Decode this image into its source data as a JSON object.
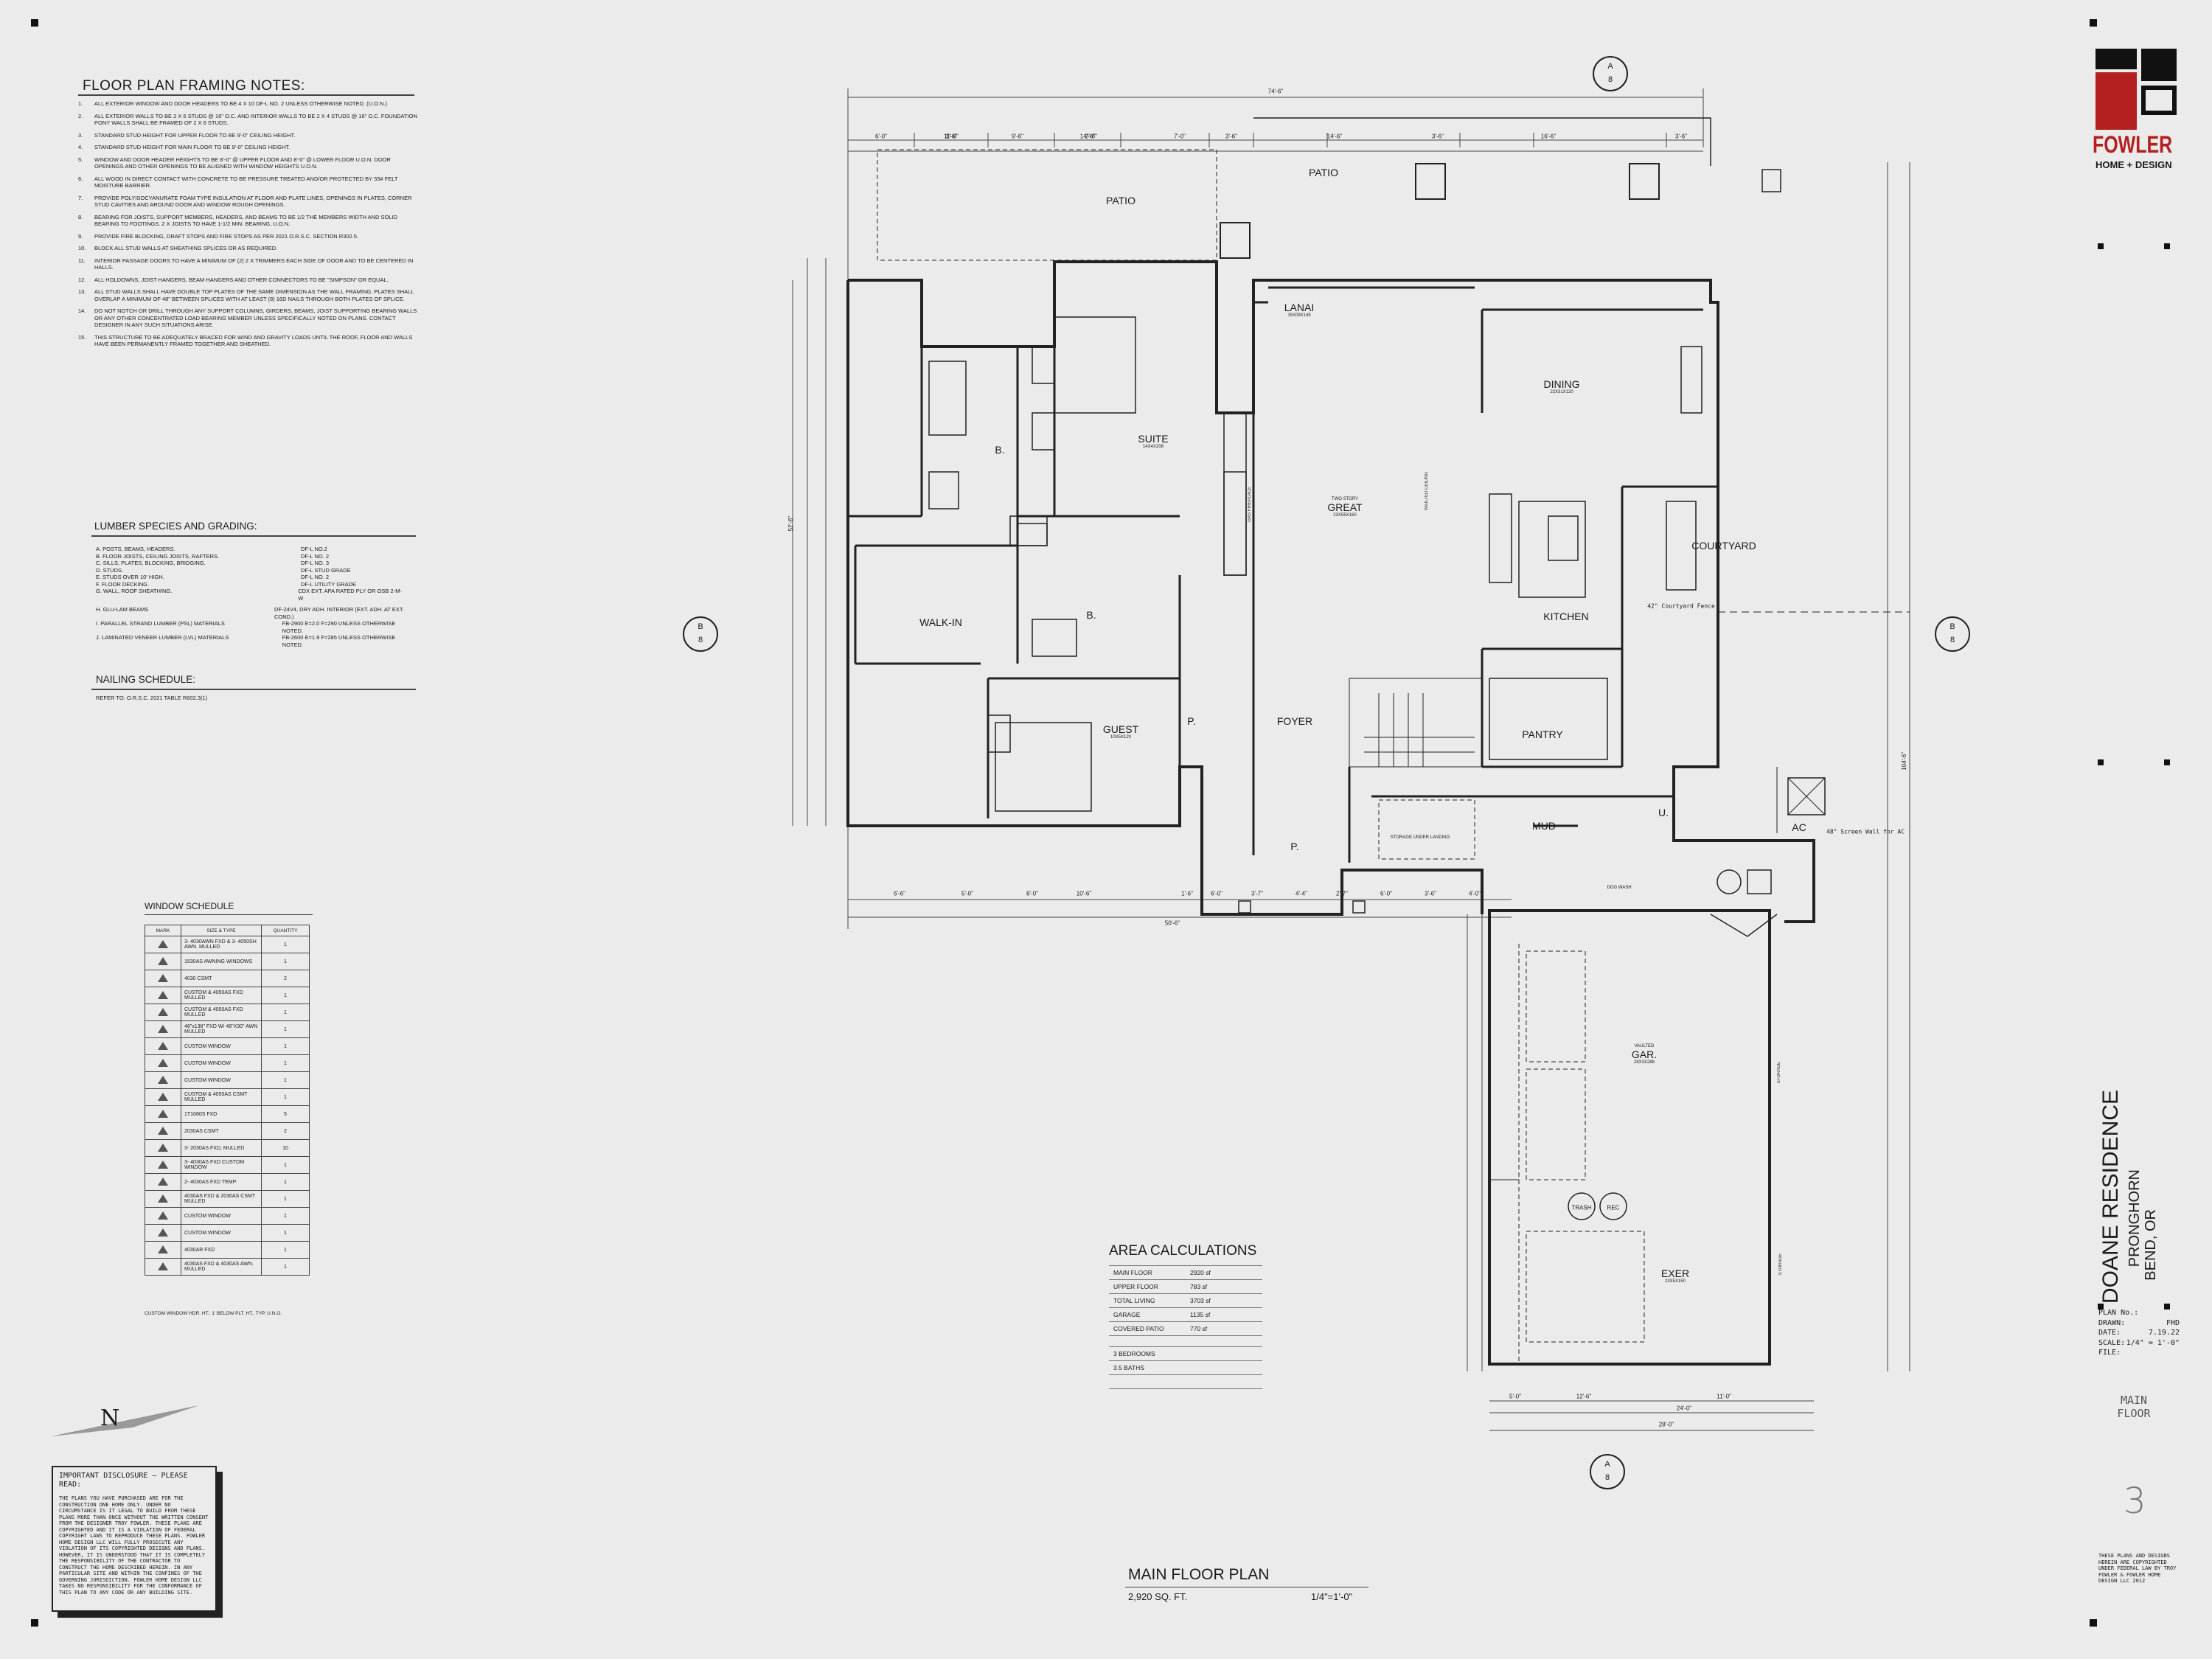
{
  "notes": {
    "title": "FLOOR PLAN FRAMING NOTES:",
    "items": [
      {
        "num": "1.",
        "text": "ALL EXTERIOR WINDOW AND DOOR HEADERS TO BE 4 X 10 DF-L NO. 2 UNLESS OTHERWISE NOTED. (U.O.N.)"
      },
      {
        "num": "2.",
        "text": "ALL EXTERIOR WALLS TO BE 2 X 6 STUDS @ 16\" O.C. AND INTERIOR WALLS TO BE 2 X 4 STUDS @ 16\" O.C. FOUNDATION PONY WALLS SHALL BE FRAMED OF 2 X 6 STUDS."
      },
      {
        "num": "3.",
        "text": "STANDARD STUD HEIGHT FOR UPPER FLOOR TO BE 9'-0\" CEILING HEIGHT."
      },
      {
        "num": "4.",
        "text": "STANDARD STUD HEIGHT FOR MAIN FLOOR TO BE 9'-0\" CEILING HEIGHT."
      },
      {
        "num": "5.",
        "text": "WINDOW AND DOOR HEADER HEIGHTS TO BE 8'-0\" @ UPPER FLOOR AND 8'-0\" @ LOWER FLOOR U.O.N. DOOR OPENINGS AND OTHER OPENINGS TO BE ALIGNED WITH WINDOW HEIGHTS U.O.N."
      },
      {
        "num": "6.",
        "text": "ALL WOOD IN DIRECT CONTACT WITH CONCRETE TO BE PRESSURE TREATED AND/OR PROTECTED BY 55# FELT MOISTURE BARRIER."
      },
      {
        "num": "7.",
        "text": "PROVIDE POLYISOCYANURATE FOAM TYPE INSULATION AT FLOOR AND PLATE LINES, OPENINGS IN PLATES, CORNER STUD CAVITIES AND AROUND DOOR AND WINDOW ROUGH OPENINGS."
      },
      {
        "num": "8.",
        "text": "BEARING FOR JOISTS, SUPPORT MEMBERS, HEADERS, AND BEAMS TO BE 1/2 THE MEMBERS WIDTH AND SOLID BEARING TO FOOTINGS. 2 X JOISTS TO HAVE 1-1/2 MIN. BEARING, U.O.N."
      },
      {
        "num": "9.",
        "text": "PROVIDE FIRE BLOCKING, DRAFT STOPS AND FIRE STOPS AS PER 2021 O.R.S.C. SECTION R302.5."
      },
      {
        "num": "10.",
        "text": "BLOCK ALL STUD WALLS AT SHEATHING SPLICES OR AS REQUIRED."
      },
      {
        "num": "11.",
        "text": "INTERIOR PASSAGE DOORS TO HAVE A MINIMUM OF (2) 2 X TRIMMERS EACH SIDE OF DOOR AND TO BE CENTERED IN HALLS."
      },
      {
        "num": "12.",
        "text": "ALL HOLDOWNS, JOIST HANGERS, BEAM HANGERS AND OTHER CONNECTORS TO BE \"SIMPSON\" OR EQUAL."
      },
      {
        "num": "13.",
        "text": "ALL STUD WALLS SHALL HAVE DOUBLE TOP PLATES OF THE SAME DIMENSION AS THE WALL FRAMING. PLATES SHALL OVERLAP A MINIMUM OF 48\" BETWEEN SPLICES WITH AT LEAST (8) 16D NAILS THROUGH BOTH PLATES OF SPLICE."
      },
      {
        "num": "14.",
        "text": "DO NOT NOTCH OR DRILL THROUGH ANY SUPPORT COLUMNS, GIRDERS, BEAMS, JOIST SUPPORTING BEARING WALLS OR ANY OTHER CONCENTRATED LOAD BEARING MEMBER UNLESS SPECIFICALLY NOTED ON PLANS. CONTACT DESIGNER IN ANY SUCH SITUATIONS ARISE."
      },
      {
        "num": "15.",
        "text": "THIS STRUCTURE TO BE ADEQUATELY BRACED FOR WIND AND GRAVITY LOADS UNTIL THE ROOF, FLOOR AND WALLS HAVE BEEN PERMANENTLY FRAMED TOGETHER AND SHEATHED."
      }
    ]
  },
  "lumber": {
    "title": "LUMBER SPECIES AND GRADING:",
    "rows": [
      {
        "item": "A. POSTS, BEAMS, HEADERS.",
        "grade": "DF-L NO.2"
      },
      {
        "item": "B. FLOOR JOISTS, CEILING JOISTS, RAFTERS.",
        "grade": "DF-L NO. 2"
      },
      {
        "item": "C. SILLS, PLATES, BLOCKING, BRIDGING.",
        "grade": "DF-L NO. 3"
      },
      {
        "item": "D. STUDS.",
        "grade": "DF-L STUD GRADE"
      },
      {
        "item": "E. STUDS OVER 10' HIGH.",
        "grade": "DF-L NO. 2"
      },
      {
        "item": "F. FLOOR DECKING.",
        "grade": "DF-L UTILITY GRADE"
      },
      {
        "item": "G. WALL, ROOF SHEATHING.",
        "grade": "CDX EXT. APA RATED PLY OR OSB 2-M-W"
      },
      {
        "item": "H. GLU-LAM BEAMS",
        "grade": "DF-24V4, DRY ADH. INTERIOR (EXT. ADH. AT EXT. COND.)"
      },
      {
        "item": "I. PARALLEL STRAND LUMBER (PSL) MATERIALS",
        "grade": "FB-2900 E=2.0 F=290 UNLESS OTHERWISE NOTED."
      },
      {
        "item": "J. LAMINATED VENEER LUMBER (LVL) MATERIALS",
        "grade": "FB-2600 E=1.9 F=285 UNLESS OTHERWISE NOTED."
      }
    ]
  },
  "nailing": {
    "title": "NAILING SCHEDULE:",
    "text": "REFER TO: O.R.S.C. 2021 TABLE R602.3(1)"
  },
  "window_schedule": {
    "title": "WINDOW SCHEDULE",
    "headers": [
      "MARK",
      "SIZE & TYPE",
      "QUANTITY"
    ],
    "rows": [
      {
        "size": "3- 4030AWN FXD & 3- 4050SH AWN. MULLED",
        "qty": "1"
      },
      {
        "size": "1530AS AWNING WINDOWS",
        "qty": "1"
      },
      {
        "size": "4030 CSMT",
        "qty": "2"
      },
      {
        "size": "CUSTOM & 4050AS FXD MULLED",
        "qty": "1"
      },
      {
        "size": "CUSTOM & 4050AS FXD MULLED",
        "qty": "1"
      },
      {
        "size": "48\"x138\" FXD W/ 48\"X30\" AWN MULLED",
        "qty": "1"
      },
      {
        "size": "CUSTOM WINDOW",
        "qty": "1"
      },
      {
        "size": "CUSTOM WINDOW",
        "qty": "1"
      },
      {
        "size": "CUSTOM WINDOW",
        "qty": "1"
      },
      {
        "size": "CUSTOM & 4050AS CSMT MULLED",
        "qty": "1"
      },
      {
        "size": "1T1080S FXD",
        "qty": "5"
      },
      {
        "size": "2030AS CSMT",
        "qty": "2"
      },
      {
        "size": "3- 2030AS FXD, MULLED",
        "qty": "10"
      },
      {
        "size": "3- 4030AS FXD CUSTOM WINDOW",
        "qty": "1"
      },
      {
        "size": "2- 4030AS FXD TEMP.",
        "qty": "1"
      },
      {
        "size": "4030AS FXD & 2030AS CSMT MULLED",
        "qty": "1"
      },
      {
        "size": "CUSTOM WINDOW",
        "qty": "1"
      },
      {
        "size": "CUSTOM WINDOW",
        "qty": "1"
      },
      {
        "size": "4030AR FXD",
        "qty": "1"
      },
      {
        "size": "4030AS FXD & 4030AS AWN. MULLED",
        "qty": "1"
      }
    ],
    "footnote": "CUSTOM WINDOW HDR. HT.: 1' BELOW PLT. HT., TYP. U.N.O."
  },
  "area_calculations": {
    "title": "AREA CALCULATIONS",
    "rows": [
      {
        "label": "MAIN FLOOR",
        "value": "2920 sf"
      },
      {
        "label": "UPPER FLOOR",
        "value": "783 sf"
      },
      {
        "label": "TOTAL LIVING",
        "value": "3703 sf"
      },
      {
        "label": "GARAGE",
        "value": "1135 sf"
      },
      {
        "label": "COVERED PATIO",
        "value": "770 sf"
      }
    ],
    "bedrooms": "3 BEDROOMS",
    "baths": "3.5 BATHS"
  },
  "disclosure": {
    "title": "IMPORTANT DISCLOSURE — PLEASE READ:",
    "body": "THE PLANS YOU HAVE PURCHASED ARE FOR THE CONSTRUCTION ONE HOME ONLY. UNDER NO CIRCUMSTANCE IS IT LEGAL TO BUILD FROM THESE PLANS MORE THAN ONCE WITHOUT THE WRITTEN CONSENT FROM THE DESIGNER TROY FOWLER. THESE PLANS ARE COPYRIGHTED AND IT IS A VIOLATION OF FEDERAL COPYRIGHT LAWS TO REPRODUCE THESE PLANS. FOWLER HOME DESIGN LLC WILL FULLY PROSECUTE ANY VIOLATION OF ITS COPYRIGHTED DESIGNS AND PLANS. HOWEVER, IT IS UNDERSTOOD THAT IT IS COMPLETELY THE RESPONSIBILITY OF THE CONTRACTOR TO CONSTRUCT THE HOME DESCRIBED HEREIN. IN ANY PARTICULAR SITE AND WITHIN THE CONFINES OF THE GOVERNING JURISDICTION. FOWLER HOME DESIGN LLC TAKES NO RESPONSIBILITY FOR THE CONFORMANCE OF THIS PLAN TO ANY CODE OR ANY BUILDING SITE."
  },
  "plan_title": {
    "name": "MAIN FLOOR PLAN",
    "area": "2,920 SQ. FT.",
    "scale": "1/4\"=1'-0\""
  },
  "logo": {
    "line1": "FOWLER",
    "line2": "HOME + DESIGN",
    "red": "#b3201f"
  },
  "project": {
    "name": "DOANE RESIDENCE",
    "line2": "PRONGHORN",
    "line3": "BEND, OR"
  },
  "title_block": {
    "rows": [
      {
        "label": "PLAN No.:",
        "value": ""
      },
      {
        "label": "DRAWN:",
        "value": "FHD"
      },
      {
        "label": "DATE:",
        "value": "7.19.22"
      },
      {
        "label": "SCALE:",
        "value": "1/4\" = 1'-0\""
      },
      {
        "label": "FILE:",
        "value": ""
      }
    ],
    "sheet_name_1": "MAIN",
    "sheet_name_2": "FLOOR",
    "sheet_number": "3",
    "copyright": "THESE PLANS AND DESIGNS HEREIN ARE COPYRIGHTED UNDER FEDERAL LAW BY TROY FOWLER & FOWLER HOME DESIGN LLC 2012"
  },
  "rooms": [
    {
      "key": "patio1",
      "label": "PATIO",
      "sub": ""
    },
    {
      "key": "patio2",
      "label": "PATIO",
      "sub": ""
    },
    {
      "key": "lanai",
      "label": "LANAI",
      "sub": "15X09X145"
    },
    {
      "key": "dining",
      "label": "DINING",
      "sub": "22X31X120"
    },
    {
      "key": "suite",
      "label": "SUITE",
      "sub": "14X4X208"
    },
    {
      "key": "great",
      "label": "GREAT",
      "sub": "23X55X160"
    },
    {
      "key": "kitchen",
      "label": "KITCHEN",
      "sub": ""
    },
    {
      "key": "courtyard",
      "label": "COURTYARD",
      "sub": ""
    },
    {
      "key": "walkin",
      "label": "WALK-IN",
      "sub": ""
    },
    {
      "key": "bath1",
      "label": "B.",
      "sub": ""
    },
    {
      "key": "bath2",
      "label": "B.",
      "sub": ""
    },
    {
      "key": "guest",
      "label": "GUEST",
      "sub": "10X5X120"
    },
    {
      "key": "foyer",
      "label": "FOYER",
      "sub": ""
    },
    {
      "key": "pantry",
      "label": "PANTRY",
      "sub": ""
    },
    {
      "key": "mud",
      "label": "MUD",
      "sub": ""
    },
    {
      "key": "powder1",
      "label": "P.",
      "sub": ""
    },
    {
      "key": "powder2",
      "label": "P.",
      "sub": ""
    },
    {
      "key": "utility",
      "label": "U.",
      "sub": ""
    },
    {
      "key": "garage",
      "label": "GAR.",
      "sub": "28X3X288"
    },
    {
      "key": "exer",
      "label": "EXER",
      "sub": "23X5X150"
    },
    {
      "key": "ac",
      "label": "AC",
      "sub": ""
    },
    {
      "key": "trash",
      "label": "TRASH",
      "sub": ""
    },
    {
      "key": "rec",
      "label": "REC",
      "sub": ""
    }
  ],
  "annotations": {
    "courtyard_fence": "42\" Courtyard Fence",
    "screen_wall": "48\" Screen Wall for AC",
    "storage_under": "STORAGE UNDER LANDING",
    "two_story": "TWO STORY",
    "vaulted": "VAULTED",
    "dog_wash": "DOG WASH",
    "storage": "STORAGE",
    "vaulted_ceiling": "VAULTED CEILING",
    "gas_fireplace": "GAS FIREPLACE"
  },
  "dimensions": {
    "top_overall": "74'-6\"",
    "bottom_overall": "50'-6\"",
    "garage_overall": "28'-0\"",
    "garage_inner": "24'-0\"",
    "right_total": "104'-6\"",
    "left_total": "52'-6\"",
    "top_row": [
      "6'-0\"",
      "11'-6\"",
      "14'-6\"",
      "3'-6\"",
      "9'-6\"",
      "2'-6\"",
      "7'-0\"",
      "3'-6\"",
      "14'-6\"",
      "3'-6\"",
      "16'-6\"",
      "3'-6\""
    ],
    "bottom_row": [
      "6'-6\"",
      "5'-0\"",
      "8'-0\"",
      "10'-6\"",
      "1'-6\"",
      "6'-0\"",
      "3'-7\"",
      "4'-4\"",
      "2'-7\"",
      "6'-0\"",
      "3'-6\"",
      "4'-0\""
    ],
    "garage_bottom": [
      "5'-0\"",
      "12'-6\"",
      "11'-0\""
    ]
  },
  "section_bubbles": [
    {
      "key": "a-top",
      "top": "A",
      "bottom": "8"
    },
    {
      "key": "b-left",
      "top": "B",
      "bottom": "8"
    },
    {
      "key": "b-right",
      "top": "B",
      "bottom": "8"
    },
    {
      "key": "a-bottom",
      "top": "A",
      "bottom": "8"
    }
  ],
  "north": "N"
}
